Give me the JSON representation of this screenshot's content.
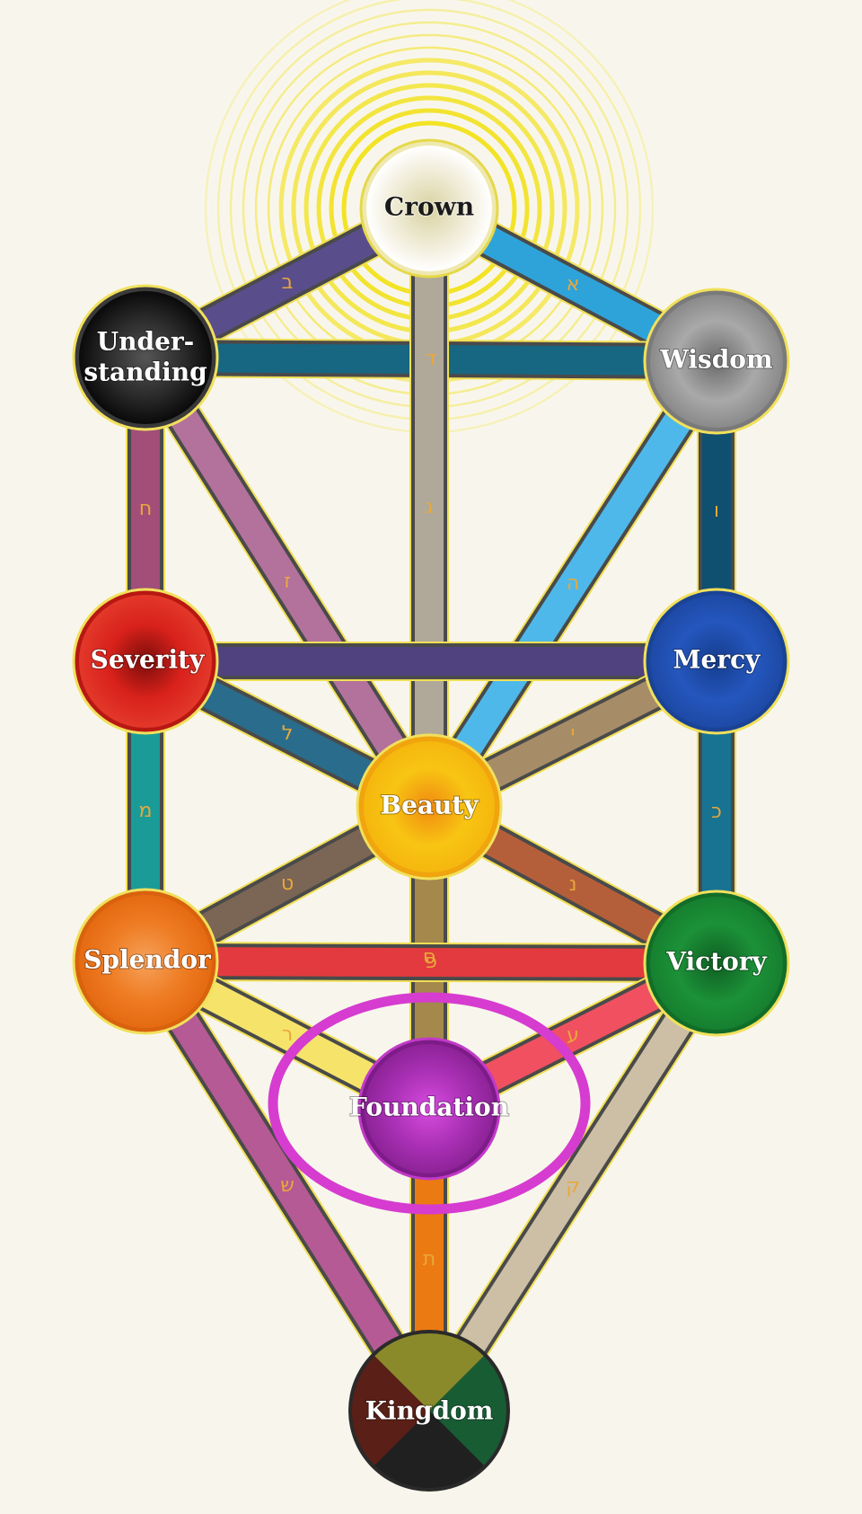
{
  "colors": {
    "background": "#f8f6ec",
    "highlight_ring": "#d63ccf",
    "halo": "#f2e11a",
    "letter": "#e8a83a"
  },
  "nodes": {
    "crown": {
      "label": "Crown",
      "color": "#f2f0e6"
    },
    "understanding": {
      "label_line1": "Under-",
      "label_line2": "standing",
      "color": "#141414"
    },
    "wisdom": {
      "label": "Wisdom",
      "color": "#a3a3a3"
    },
    "severity": {
      "label": "Severity",
      "color": "#e0251c"
    },
    "mercy": {
      "label": "Mercy",
      "color": "#2554b8"
    },
    "beauty": {
      "label": "Beauty",
      "color": "#f7c413"
    },
    "splendor": {
      "label": "Splendor",
      "color": "#ef7b1f"
    },
    "victory": {
      "label": "Victory",
      "color": "#1b8f35"
    },
    "foundation": {
      "label": "Foundation",
      "color": "#a92fb3"
    },
    "kingdom": {
      "label": "Kingdom",
      "quarters": [
        "#8a8a2a",
        "#185c34",
        "#202020",
        "#5a1f16"
      ]
    }
  },
  "paths": [
    {
      "from": "crown",
      "to": "understanding",
      "color": "#5a4d8c",
      "letter": "ב"
    },
    {
      "from": "crown",
      "to": "wisdom",
      "color": "#2ea3da",
      "letter": "א"
    },
    {
      "from": "understanding",
      "to": "wisdom",
      "color": "#176782",
      "letter": "ד"
    },
    {
      "from": "crown",
      "to": "beauty",
      "color": "#b0a99a",
      "letter": "ג"
    },
    {
      "from": "understanding",
      "to": "severity",
      "color": "#a14e79",
      "letter": "ח"
    },
    {
      "from": "understanding",
      "to": "beauty",
      "color": "#b2729c",
      "letter": "ז"
    },
    {
      "from": "wisdom",
      "to": "mercy",
      "color": "#0f5070",
      "letter": "ו"
    },
    {
      "from": "wisdom",
      "to": "beauty",
      "color": "#4eb8ea",
      "letter": "ה"
    },
    {
      "from": "severity",
      "to": "mercy",
      "color": "#50427e",
      "letter": ""
    },
    {
      "from": "severity",
      "to": "beauty",
      "color": "#2a6c8c",
      "letter": "ל"
    },
    {
      "from": "mercy",
      "to": "beauty",
      "color": "#a68d68",
      "letter": "י"
    },
    {
      "from": "severity",
      "to": "splendor",
      "color": "#1a9b98",
      "letter": "מ"
    },
    {
      "from": "mercy",
      "to": "victory",
      "color": "#187392",
      "letter": "כ"
    },
    {
      "from": "beauty",
      "to": "splendor",
      "color": "#7b6554",
      "letter": "ט"
    },
    {
      "from": "beauty",
      "to": "victory",
      "color": "#b55f3a",
      "letter": "נ"
    },
    {
      "from": "beauty",
      "to": "foundation",
      "color": "#a4884c",
      "letter": "ס"
    },
    {
      "from": "splendor",
      "to": "victory",
      "color": "#e23a3e",
      "letter": "פ"
    },
    {
      "from": "splendor",
      "to": "foundation",
      "color": "#f6e46a",
      "letter": "ר"
    },
    {
      "from": "victory",
      "to": "foundation",
      "color": "#f05060",
      "letter": "ע"
    },
    {
      "from": "splendor",
      "to": "kingdom",
      "color": "#b55a94",
      "letter": "ש"
    },
    {
      "from": "victory",
      "to": "kingdom",
      "color": "#ccbfa5",
      "letter": "ק"
    },
    {
      "from": "foundation",
      "to": "kingdom",
      "color": "#ec7a12",
      "letter": "ת"
    }
  ]
}
